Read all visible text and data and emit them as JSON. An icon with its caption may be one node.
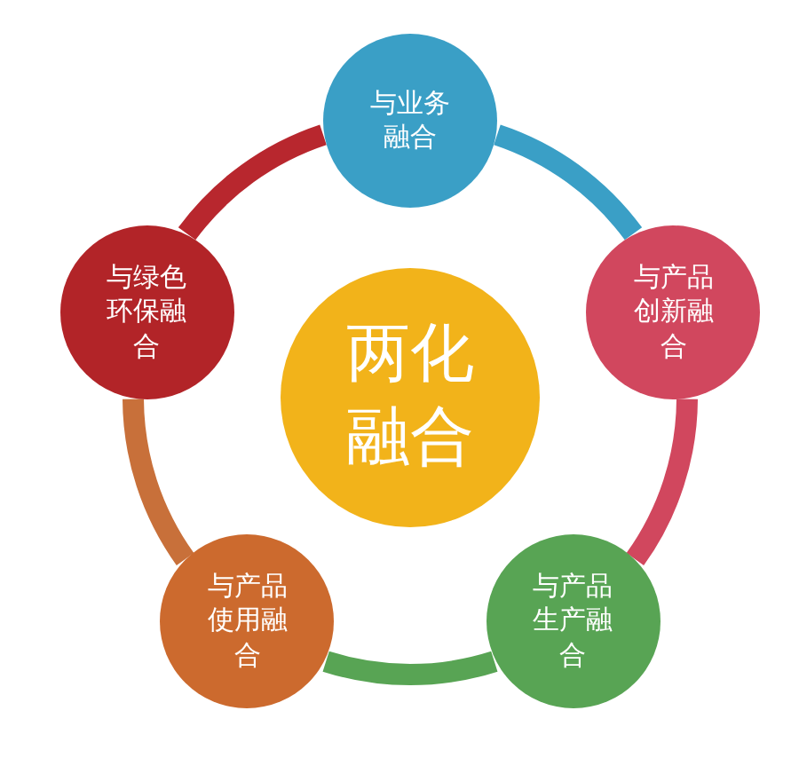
{
  "diagram": {
    "nodes": [
      {
        "text": [
          "两化融合"
        ]
      },
      {
        "text": [
          "与业务融合"
        ]
      },
      {
        "text": [
          "与产品创新融合"
        ]
      },
      {
        "text": [
          "与产品生产融合"
        ]
      },
      {
        "text": [
          "与产品使用融合"
        ]
      },
      {
        "text": [
          "与绿色环保融合"
        ]
      }
    ],
    "edges": [
      {
        "from": 1,
        "to": 2,
        "arrow": "none",
        "color": "#3a9fc6"
      },
      {
        "from": 2,
        "to": 3,
        "arrow": "none",
        "color": "#d1475e"
      },
      {
        "from": 3,
        "to": 4,
        "arrow": "none",
        "color": "#58a454"
      },
      {
        "from": 4,
        "to": 5,
        "arrow": "none",
        "color": "#c8703a"
      },
      {
        "from": 5,
        "to": 1,
        "arrow": "none",
        "color": "#b8272e"
      }
    ]
  }
}
